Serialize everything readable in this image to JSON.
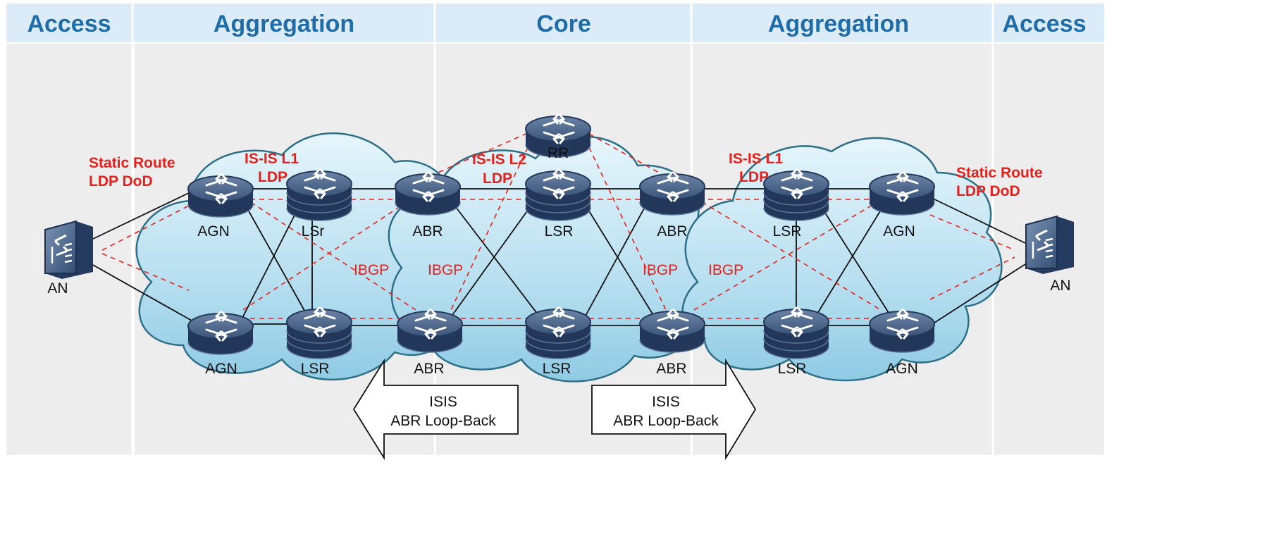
{
  "zones": [
    {
      "label": "Access"
    },
    {
      "label": "Aggregation"
    },
    {
      "label": "Core"
    },
    {
      "label": "Aggregation"
    },
    {
      "label": "Access"
    }
  ],
  "nodes": {
    "an_left": {
      "label": "AN"
    },
    "agn_tl": {
      "label": "AGN"
    },
    "lsr_tl": {
      "label": "LSr"
    },
    "agn_bl": {
      "label": "AGN"
    },
    "lsr_bl": {
      "label": "LSR"
    },
    "abr_tl": {
      "label": "ABR"
    },
    "abr_bl": {
      "label": "ABR"
    },
    "rr": {
      "label": "RR"
    },
    "lsr_tc": {
      "label": "LSR"
    },
    "lsr_bc": {
      "label": "LSR"
    },
    "abr_tr": {
      "label": "ABR"
    },
    "abr_br": {
      "label": "ABR"
    },
    "lsr_tr": {
      "label": "LSR"
    },
    "agn_tr": {
      "label": "AGN"
    },
    "lsr_br": {
      "label": "LSR"
    },
    "agn_br": {
      "label": "AGN"
    },
    "an_right": {
      "label": "AN"
    }
  },
  "annotations": {
    "static_left_1": "Static Route",
    "static_left_2": "LDP DoD",
    "isis_l1_left_1": "IS-IS L1",
    "isis_l1_left_2": "LDP",
    "isis_l2_1": "IS-IS L2",
    "isis_l2_2": "LDP",
    "isis_l1_right_1": "IS-IS L1",
    "isis_l1_right_2": "LDP",
    "static_right_1": "Static Route",
    "static_right_2": "LDP DoD",
    "ibgp_1": "IBGP",
    "ibgp_2": "IBGP",
    "ibgp_3": "IBGP",
    "ibgp_4": "IBGP"
  },
  "arrows": {
    "left": {
      "line1": "ISIS",
      "line2": "ABR Loop-Back"
    },
    "right": {
      "line1": "ISIS",
      "line2": "ABR Loop-Back"
    }
  },
  "colors": {
    "header_bg": "#dcebf8",
    "header_text": "#1f6da8",
    "zone_bg": "#ededed",
    "annotation_red": "#e8201c",
    "router_body": "#2f4668",
    "cloud_fill": "#bfe2f2"
  }
}
